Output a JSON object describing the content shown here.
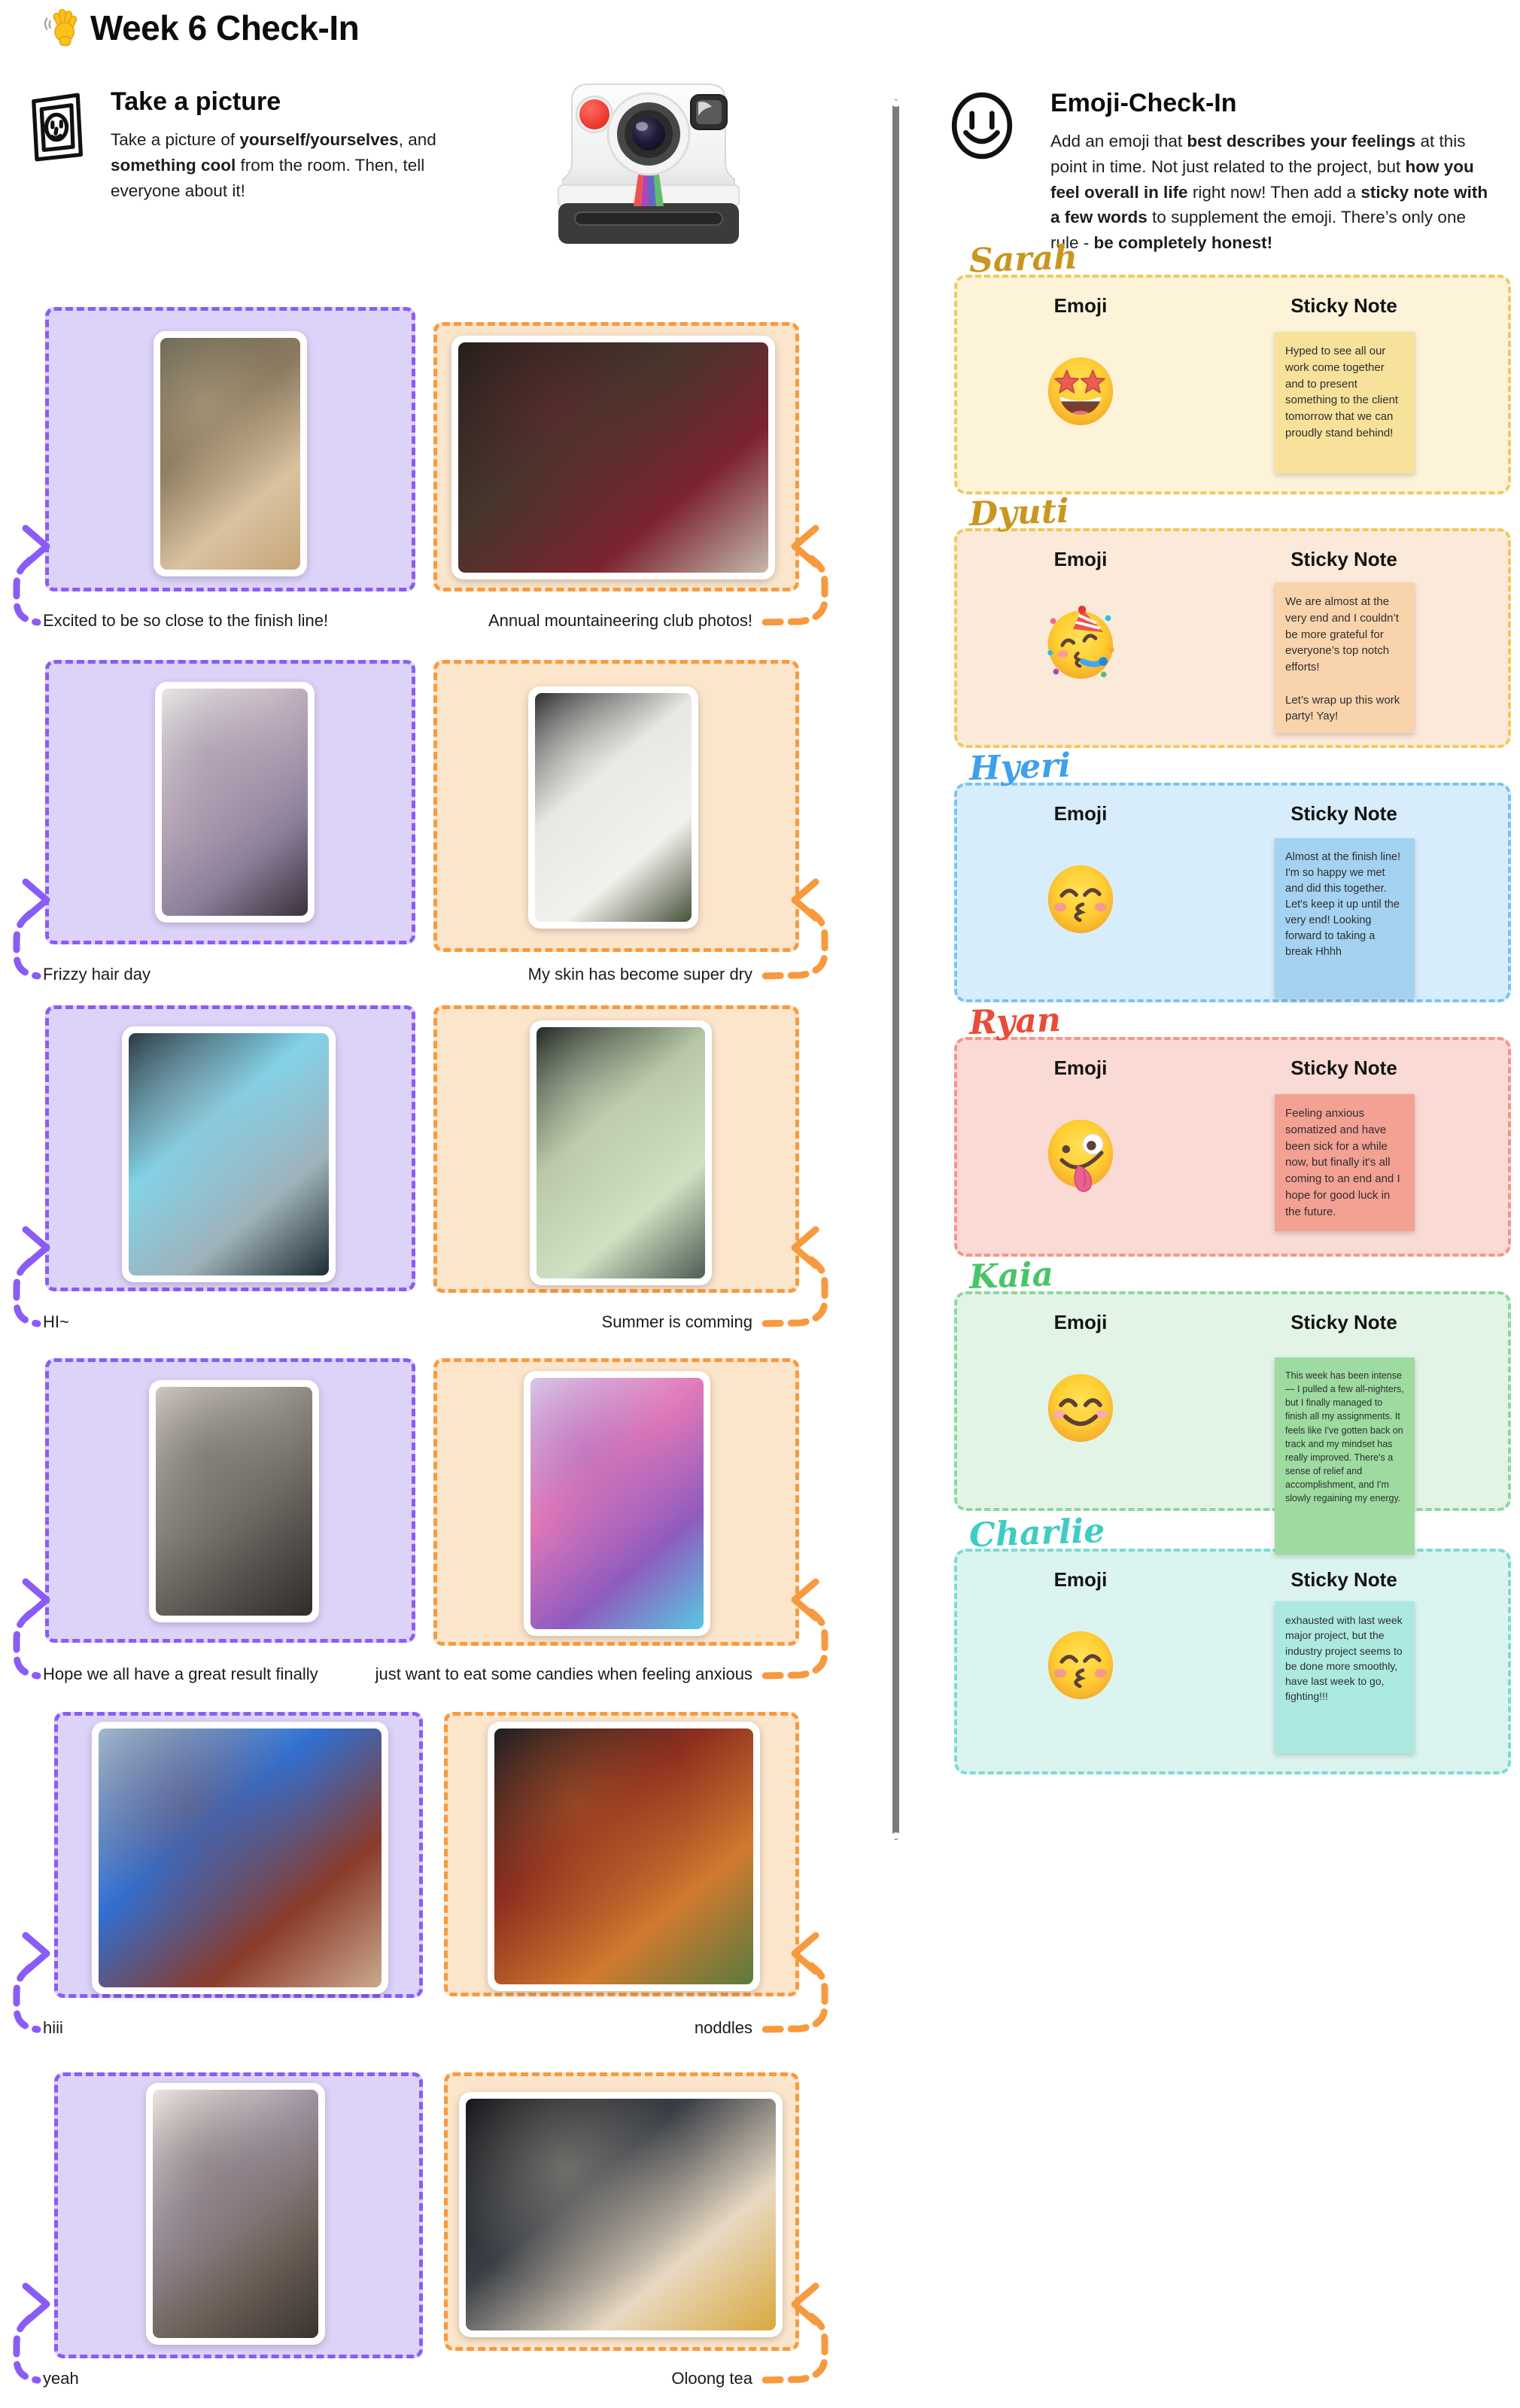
{
  "page": {
    "title": "Week 6 Check-In",
    "title_icon": "waving-hand-emoji"
  },
  "left_section": {
    "heading": "Take a picture",
    "icon": "picture-frame-doodle",
    "camera_icon": "instant-camera-illustration",
    "description_rich": [
      {
        "t": "Take a picture of "
      },
      {
        "t": "yourself/yourselves",
        "b": true
      },
      {
        "t": ", and "
      },
      {
        "t": "something cool",
        "b": true
      },
      {
        "t": " from the room. Then, tell everyone about it!"
      }
    ]
  },
  "right_section": {
    "heading": "Emoji-Check-In",
    "icon": "smiley-doodle",
    "labels": {
      "emoji": "Emoji",
      "sticky": "Sticky Note"
    },
    "description_rich": [
      {
        "t": "Add an emoji that "
      },
      {
        "t": "best describes your feelings",
        "b": true
      },
      {
        "t": " at this point in time. Not just related to the project, but "
      },
      {
        "t": "how you feel overall in life",
        "b": true
      },
      {
        "t": " right now! Then add a "
      },
      {
        "t": "sticky note with a few words",
        "b": true
      },
      {
        "t": " to supplement the emoji. There’s only one rule - "
      },
      {
        "t": "be completely honest!",
        "b": true
      }
    ]
  },
  "colors": {
    "purple_frame_border": "#8A5CF6",
    "purple_frame_fill": "#DDD3F9",
    "orange_frame_border": "#F79A3E",
    "orange_frame_fill": "#FBE5CB",
    "divider_gray": "#7A7A7A"
  },
  "photo_rows": [
    {
      "left": {
        "caption": "Excited to be so close to the finish line!",
        "desc": "selfie - person with blonde-streaked hair in beige cardigan",
        "palette": [
          "#6e6a58",
          "#8b7a5e",
          "#d9c2a0",
          "#c7a678"
        ]
      },
      "right": {
        "caption": "Annual mountaineering club photos!",
        "desc": "framed group photos on a dark shelf",
        "palette": [
          "#241f1c",
          "#45362c",
          "#7c2330",
          "#c4b9ae"
        ]
      }
    },
    {
      "left": {
        "caption": "Frizzy hair day",
        "desc": "selfie - person with glasses in purple hoodie",
        "palette": [
          "#e9e7e5",
          "#baa9b9",
          "#8d7f9b",
          "#39313a"
        ]
      },
      "right": {
        "caption": "My skin has become super dry",
        "desc": "jar of organic virgin coconut oil on a desk",
        "palette": [
          "#2c2c2c",
          "#e9e7e3",
          "#f3f1ed",
          "#47523a"
        ]
      }
    },
    {
      "left": {
        "caption": "HI~",
        "desc": "room corner with mirror and teal wall",
        "palette": [
          "#2a3841",
          "#83d2e8",
          "#9fb2ba",
          "#1e2b34"
        ]
      },
      "right": {
        "caption": "Summer is comming",
        "desc": "mint green desk fan in a dark room",
        "palette": [
          "#202523",
          "#b8c8a7",
          "#d0e1c3",
          "#4c5c52"
        ]
      }
    },
    {
      "left": {
        "caption": "Hope we all have a great result finally",
        "desc": "selfie - person with curly hair in dark shirt",
        "palette": [
          "#d0c9c3",
          "#8d8781",
          "#5b5651",
          "#302c29"
        ]
      },
      "right": {
        "caption": "just want to eat some candies when feeling anxious",
        "desc": "bag of Bottle Pops candies",
        "palette": [
          "#d9c9e8",
          "#e078b8",
          "#8f5bbf",
          "#58c8e0"
        ]
      }
    },
    {
      "left": {
        "caption": "hiii",
        "desc": "selfie - person in white cap and blue jacket outdoors",
        "palette": [
          "#a3b9cb",
          "#316fd0",
          "#8a3b2a",
          "#c9a98f"
        ]
      },
      "right": {
        "caption": "noddles",
        "desc": "pot of spicy noodle soup",
        "palette": [
          "#1b1e23",
          "#8f2f1f",
          "#d07a2f",
          "#5a7a3f"
        ]
      }
    },
    {
      "left": {
        "caption": "yeah",
        "desc": "selfie - person with shaggy hair in striped shirt",
        "palette": [
          "#efe9e4",
          "#9b8f9b",
          "#6b5f57",
          "#3a332e"
        ]
      },
      "right": {
        "caption": "Oloong tea",
        "desc": "tea set - bowl and glass teapot of oolong tea",
        "palette": [
          "#15171b",
          "#3a3f46",
          "#e8d9c2",
          "#d9a93f"
        ]
      }
    }
  ],
  "members": [
    {
      "name": "Sarah",
      "name_color": "#C9961E",
      "panel_bg": "#FCF3D9",
      "panel_border": "#EACC62",
      "sticky_bg": "#F7E29B",
      "emoji": "star-struck",
      "note": "Hyped to see all our work come together and to present something to the client tomorrow that we can proudly stand behind!"
    },
    {
      "name": "Dyuti",
      "name_color": "#C9961E",
      "panel_bg": "#FBE9DA",
      "panel_border": "#EECB55",
      "sticky_bg": "#F9D3AC",
      "emoji": "partying-face",
      "note": "We are almost at the very end and I couldn’t be more grateful for everyone’s top notch efforts!\n\nLet’s wrap up this work party! Yay!"
    },
    {
      "name": "Hyeri",
      "name_color": "#3FA0EB",
      "panel_bg": "#D8EDFB",
      "panel_border": "#79C4F2",
      "sticky_bg": "#A4D2F1",
      "emoji": "kissing-closed-eyes",
      "note": "Almost at the finish line! I'm so happy we met and did this together. Let's keep it up until the very end! Looking forward to taking a break Hhhh"
    },
    {
      "name": "Ryan",
      "name_color": "#E94C38",
      "panel_bg": "#FADAD4",
      "panel_border": "#F2968A",
      "sticky_bg": "#F3A193",
      "emoji": "zany-face",
      "note": "Feeling anxious somatized and have been sick for a while now, but finally it's all coming to an end and I hope for good luck in the future."
    },
    {
      "name": "Kaia",
      "name_color": "#4BC468",
      "panel_bg": "#E2F4E5",
      "panel_border": "#8FD69D",
      "sticky_bg": "#9DDBA0",
      "emoji": "smiling-blush",
      "note": "This week has been intense — I pulled a few all-nighters, but I finally managed to finish all my assignments. It feels like I've gotten back on track and my mindset has really improved. There's a sense of relief and accomplishment, and I'm slowly regaining my energy."
    },
    {
      "name": "Charlie",
      "name_color": "#3DCDC2",
      "panel_bg": "#DCF4F0",
      "panel_border": "#7BDBD2",
      "sticky_bg": "#ACEAE1",
      "emoji": "kissing-closed-eyes",
      "note": "exhausted with last week major project, but the industry project seems to be done more smoothly, have last week to go, fighting!!!"
    }
  ]
}
